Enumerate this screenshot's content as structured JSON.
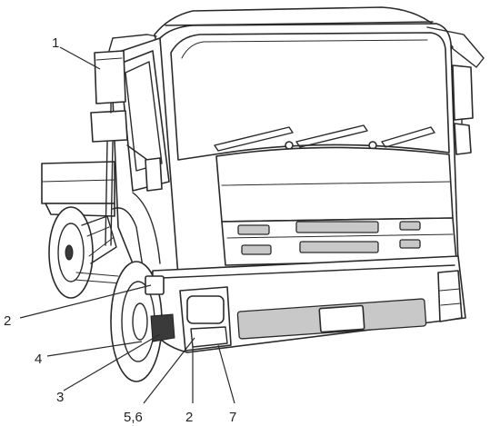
{
  "callouts": [
    {
      "id": "c1",
      "label": "1"
    },
    {
      "id": "c2a",
      "label": "2"
    },
    {
      "id": "c4",
      "label": "4"
    },
    {
      "id": "c3",
      "label": "3"
    },
    {
      "id": "c56",
      "label": "5,6"
    },
    {
      "id": "c2b",
      "label": "2"
    },
    {
      "id": "c7",
      "label": "7"
    }
  ],
  "colors": {
    "outline": "#2a2a2a",
    "grille_fill": "#c8c8c8",
    "background": "#ffffff"
  }
}
